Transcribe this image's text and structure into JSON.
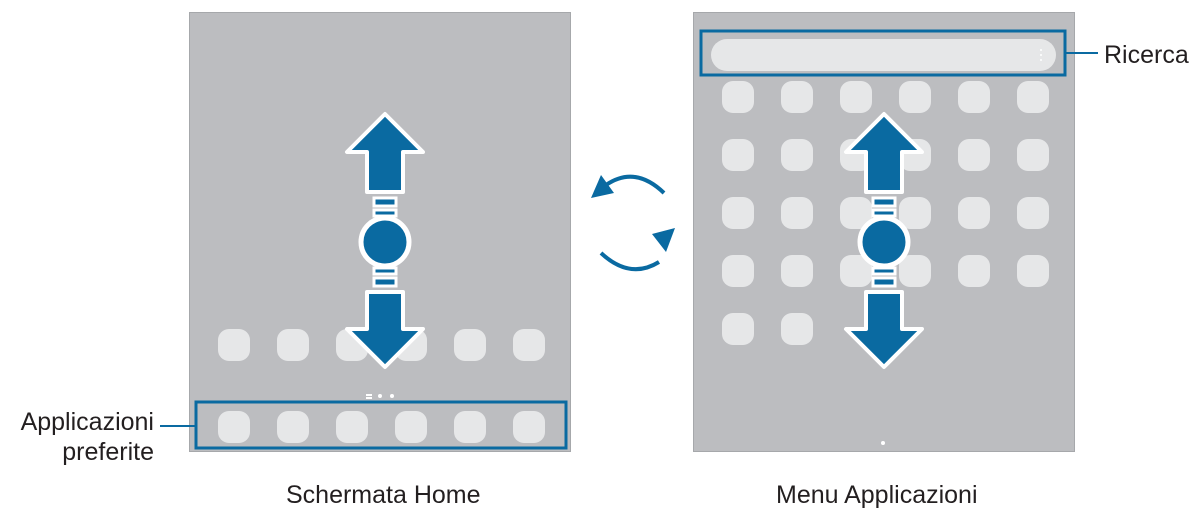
{
  "labels": {
    "home_caption": "Schermata Home",
    "apps_caption": "Menu Applicazioni",
    "search_callout": "Ricerca",
    "favorites_callout_line1": "Applicazioni",
    "favorites_callout_line2": "preferite"
  },
  "colors": {
    "screen": "#bcbdc0",
    "app_icon": "#e6e7e8",
    "accent": "#0a6aa1"
  },
  "icons": {
    "swipe_up": "arrow-up-icon",
    "swipe_down": "arrow-down-icon",
    "touch_point": "circle-icon",
    "switch": "rotate-icon",
    "more_options": "vertical-dots-icon"
  }
}
